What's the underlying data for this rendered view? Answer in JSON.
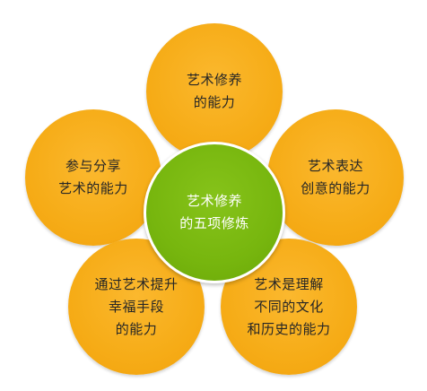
{
  "center": {
    "lines": [
      "艺术修养",
      "的五项修炼"
    ],
    "color": "#77b60e"
  },
  "petals": [
    {
      "id": "top",
      "lines": [
        "艺术修养",
        "的能力"
      ]
    },
    {
      "id": "upper-left",
      "lines": [
        "参与分享",
        "艺术的能力"
      ]
    },
    {
      "id": "upper-right",
      "lines": [
        "艺术表达",
        "创意的能力"
      ]
    },
    {
      "id": "lower-left",
      "lines": [
        "通过艺术提升",
        "幸福手段",
        "的能力"
      ]
    },
    {
      "id": "lower-right",
      "lines": [
        "艺术是理解",
        "不同的文化",
        "和历史的能力"
      ]
    }
  ],
  "colors": {
    "petal": "#f6ac17",
    "center": "#77b60e",
    "center_text": "#ffffff",
    "petal_text": "#262626"
  }
}
